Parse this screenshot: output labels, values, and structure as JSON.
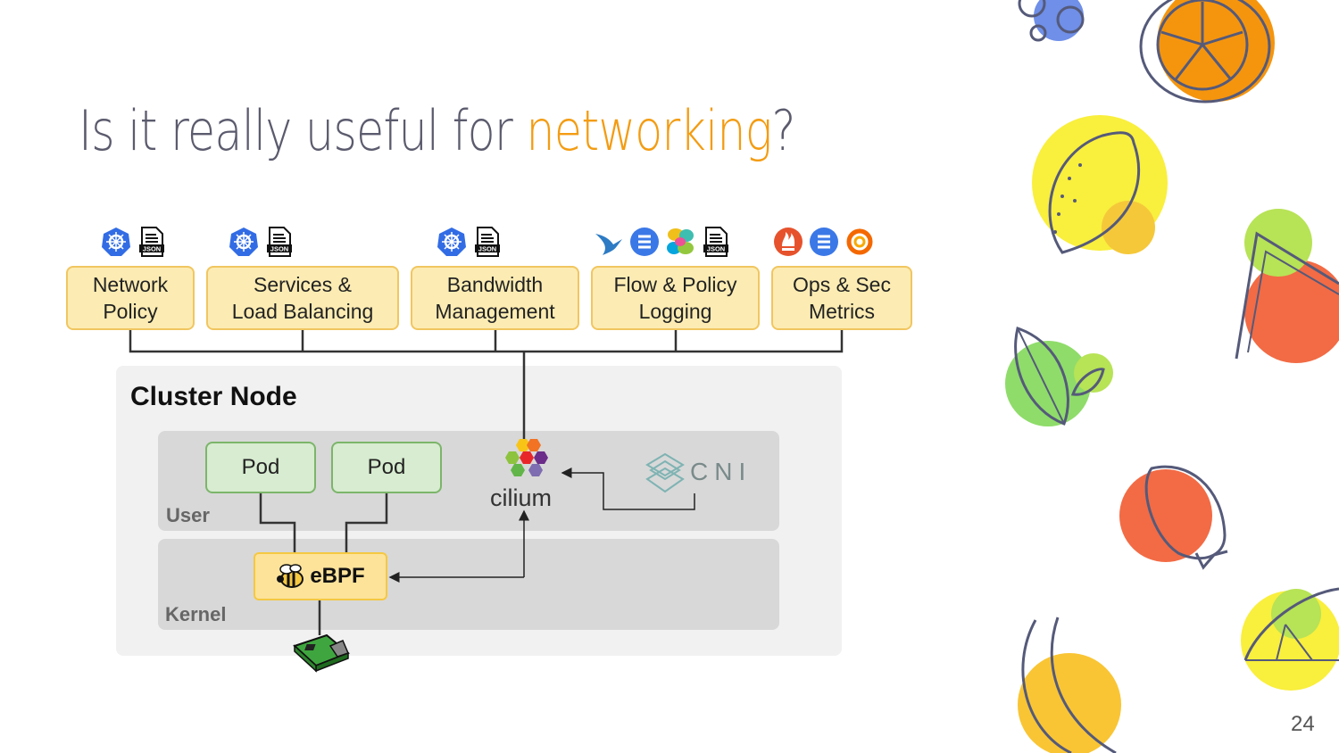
{
  "slide": {
    "title_prefix": "Is it really useful for ",
    "title_accent": "networking",
    "title_suffix": "?",
    "page_number": "24"
  },
  "features": [
    {
      "line1": "Network",
      "line2": "Policy",
      "icons": [
        "kubernetes-icon",
        "json-file-icon"
      ]
    },
    {
      "line1": "Services &",
      "line2": "Load Balancing",
      "icons": [
        "kubernetes-icon",
        "json-file-icon"
      ]
    },
    {
      "line1": "Bandwidth",
      "line2": "Management",
      "icons": [
        "kubernetes-icon",
        "json-file-icon"
      ]
    },
    {
      "line1": "Flow & Policy",
      "line2": "Logging",
      "icons": [
        "hubble-bird-icon",
        "list-icon",
        "elastic-icon",
        "json-file-icon"
      ]
    },
    {
      "line1": "Ops & Sec",
      "line2": "Metrics",
      "icons": [
        "prometheus-icon",
        "list-icon",
        "grafana-icon"
      ]
    }
  ],
  "cluster": {
    "title": "Cluster Node",
    "user_label": "User",
    "kernel_label": "Kernel",
    "pod1": "Pod",
    "pod2": "Pod",
    "cilium": "cilium",
    "cni": "CNI",
    "ebpf": "eBPF"
  },
  "colors": {
    "accent": "#f39c12",
    "feature_fill": "#fcecb3",
    "feature_border": "#f1c660",
    "pod_fill": "#d7ecd0",
    "pod_border": "#7cb56a",
    "ebpf_fill": "#fde39a",
    "kubernetes_blue": "#326ce5"
  }
}
